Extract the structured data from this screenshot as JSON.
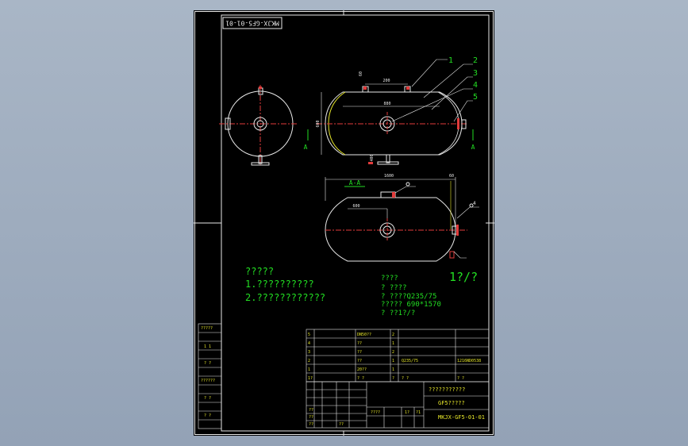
{
  "drawing_code": "MKJX-GF5-01-01",
  "balloons": [
    "1",
    "2",
    "3",
    "4",
    "5"
  ],
  "dims": {
    "top_width": "200",
    "body_length": "880",
    "diameter": "600",
    "base_offset": "400",
    "section_length": "1600",
    "section_offset": "60",
    "section_left": "600"
  },
  "section_marks": {
    "left": "A",
    "right": "A",
    "view": "A-A"
  },
  "notes": {
    "title": "?????",
    "line1": "1.??????????",
    "line2": "2.????????????"
  },
  "specs": {
    "title": "????",
    "line1": "?    ????",
    "line2": "?    ????Q235/75",
    "line3": "?????  690*1570",
    "line4": "?     ??1?/?"
  },
  "scale": "1?/?",
  "side_table": [
    "?????",
    "1 1",
    "? ?",
    "??????",
    "? ?",
    "? ?"
  ],
  "bom_rows": [
    {
      "num": "5",
      "name": "DN50??",
      "qty": "2",
      "mat": "",
      "rem": ""
    },
    {
      "num": "4",
      "name": "??",
      "qty": "1",
      "mat": "",
      "rem": ""
    },
    {
      "num": "3",
      "name": "??",
      "qty": "2",
      "mat": "",
      "rem": ""
    },
    {
      "num": "2",
      "name": "??",
      "qty": "1",
      "mat": "Q235/75",
      "rem": "1216ND0538"
    },
    {
      "num": "1",
      "name": "20??",
      "qty": "1",
      "mat": "",
      "rem": ""
    },
    {
      "num": "1?",
      "name": "? ?",
      "qty": "?",
      "mat": "? ?",
      "rem": "? ?"
    }
  ],
  "title_block": {
    "name": "???????????",
    "model": "GF5?????",
    "code": "MKJX-GF5-01-01",
    "small": [
      "??",
      "??",
      "??",
      "??"
    ],
    "mid": [
      "????",
      "1?",
      "?1"
    ]
  }
}
